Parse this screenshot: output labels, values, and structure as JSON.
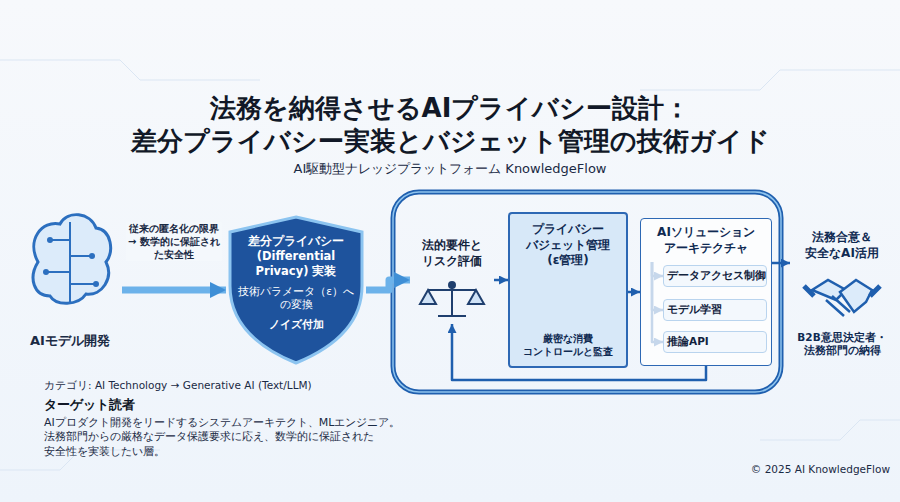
{
  "diagram": {
    "title": "法務を納得させるAIプライバシー設計： 差分プライバシー実装とバジェット管理の技術ガイド",
    "nodes": [
      {
        "text": [
          "AIモデル開発"
        ]
      },
      {
        "text": [
          "差分プライバシー (Differential Privacy) 実装",
          "技術パラメータ（ε）への変換",
          "ノイズ付加"
        ]
      },
      {
        "text": [
          "法的要件と リスク評価"
        ]
      },
      {
        "text": [
          "プライバシー バジェット管理 (ε管理)",
          "厳密な消費 コントロールと監査"
        ]
      },
      {
        "text": [
          "AIソリューション アーキテクチャ"
        ]
      },
      {
        "text": [
          "データアクセス制御"
        ],
        "in": 4
      },
      {
        "text": [
          "モデル学習"
        ],
        "in": 4
      },
      {
        "text": [
          "推論API"
        ],
        "in": 4
      },
      {
        "text": [
          "法務合意＆ 安全なAI活用",
          "B2B意思決定者・ 法務部門の納得"
        ]
      }
    ],
    "edges": [
      {
        "from": 0,
        "to": 1,
        "label": "従来の匿名化の限界 → 数学的に保証された安全性",
        "arrow": "to"
      },
      {
        "from": 1,
        "to": 2,
        "arrow": "to"
      },
      {
        "from": 2,
        "to": 3,
        "arrow": "to"
      },
      {
        "from": 3,
        "to": 4,
        "arrow": "to"
      },
      {
        "from": 4,
        "to": 5,
        "arrow": "to"
      },
      {
        "from": 4,
        "to": 6,
        "arrow": "to"
      },
      {
        "from": 4,
        "to": 7,
        "arrow": "to"
      },
      {
        "from": 4,
        "to": 8,
        "arrow": "to"
      },
      {
        "from": 4,
        "to": 2,
        "arrow": "to"
      }
    ],
    "labels": [
      "AI駆動型ナレッジプラットフォーム KnowledgeFlow",
      "カテゴリ: AI Technology → Generative AI (Text/LLM)",
      "ターゲット読者",
      "AIプロダクト開発をリードするシステムアーキテクト、MLエンジニア。 法務部門からの厳格なデータ保護要求に応え、数学的に保証された 安全性を実装したい層。",
      "© 2025 AI KnowledgeFlow"
    ]
  }
}
